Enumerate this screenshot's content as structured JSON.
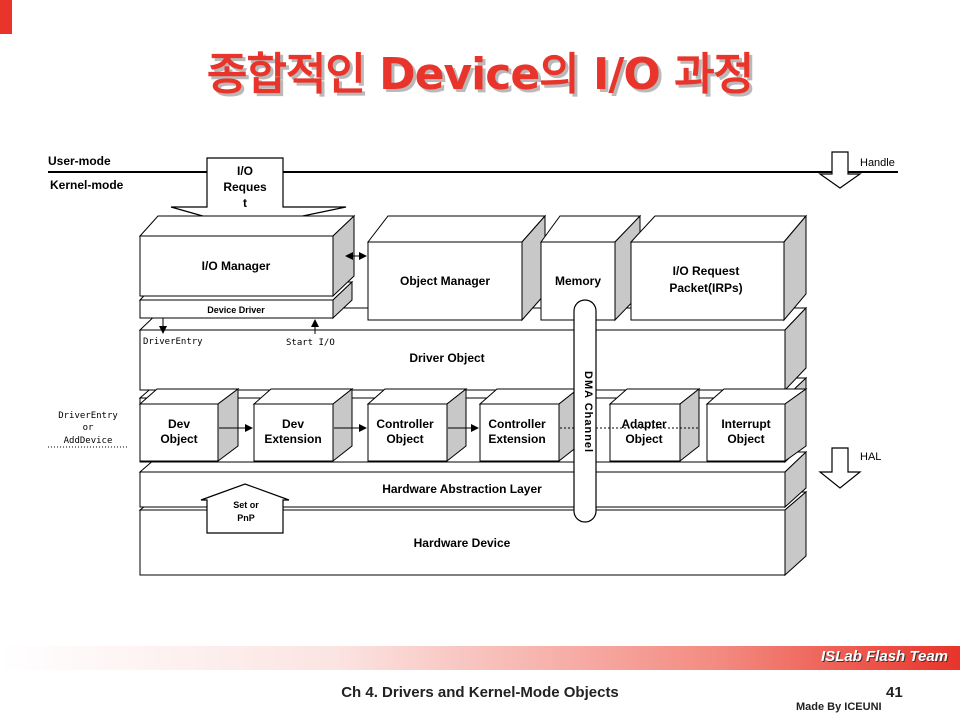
{
  "title": "종합적인 Device의 I/O 과정",
  "modes": {
    "user": "User-mode",
    "kernel": "Kernel-mode"
  },
  "right_labels": {
    "handle": "Handle",
    "hal": "HAL"
  },
  "io_request_arrow": "I/O Reques t",
  "boxes": {
    "io_manager": "I/O Manager",
    "device_driver": "Device Driver",
    "object_manager": "Object Manager",
    "memory": "Memory",
    "irp_line1": "I/O Request",
    "irp_line2": "Packet(IRPs)",
    "driver_object": "Driver Object",
    "hal": "Hardware Abstraction Layer",
    "hardware_device": "Hardware Device",
    "dma_channel": "DMA Channel",
    "set_or_pnp_line1": "Set or",
    "set_or_pnp_line2": "PnP"
  },
  "row_objects": [
    {
      "line1": "Dev",
      "line2": "Object"
    },
    {
      "line1": "Dev",
      "line2": "Extension"
    },
    {
      "line1": "Controller",
      "line2": "Object"
    },
    {
      "line1": "Controller",
      "line2": "Extension"
    },
    {
      "line1": "Adapter",
      "line2": "Object"
    },
    {
      "line1": "Interrupt",
      "line2": "Object"
    }
  ],
  "annotations": {
    "driver_entry": "DriverEntry",
    "start_io": "Start I/O",
    "side_line1": "DriverEntry",
    "side_line2": "or",
    "side_line3": "AddDevice"
  },
  "footer": {
    "team": "ISLab Flash Team",
    "chapter": "Ch 4. Drivers and Kernel-Mode Objects",
    "page": "41",
    "made_by": "Made By ICEUNI"
  }
}
